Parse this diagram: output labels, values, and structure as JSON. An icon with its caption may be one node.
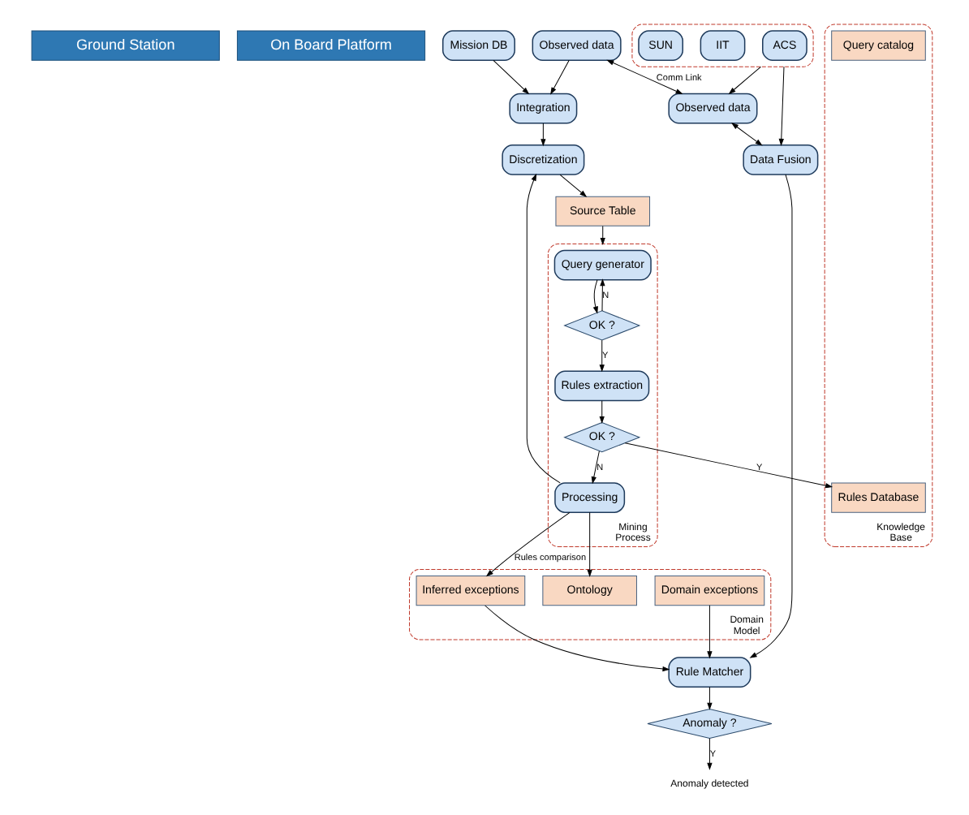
{
  "diagram": {
    "nodes": [
      {
        "text": [
          "Ground Station"
        ]
      },
      {
        "text": [
          "On Board Platform"
        ]
      },
      {
        "text": [
          "Mission DB"
        ]
      },
      {
        "text": [
          "Observed data"
        ]
      },
      {
        "text": [
          "Observed data"
        ]
      },
      {
        "text": [
          "Domain Model"
        ]
      },
      {
        "text": [
          "Domain exceptions"
        ],
        "in": 5
      },
      {
        "text": [
          "Inferred exceptions"
        ],
        "in": 5
      },
      {
        "text": [
          "Ontology"
        ],
        "in": 5
      },
      {
        "text": [
          "Knowledge Base"
        ]
      },
      {
        "text": [
          "Rules Database"
        ],
        "in": 9
      },
      {
        "text": [
          "Query catalog"
        ],
        "in": 9
      },
      {
        "text": [],
        "shape": "box"
      },
      {
        "text": [
          "ACS"
        ],
        "in": 12
      },
      {
        "text": [
          "IIT"
        ],
        "in": 12
      },
      {
        "text": [
          "SUN"
        ],
        "in": 12
      },
      {
        "text": [
          "Integration"
        ]
      },
      {
        "text": [
          "Discretization"
        ]
      },
      {
        "text": [
          "Source Table"
        ]
      },
      {
        "text": [
          "Mining Process"
        ]
      },
      {
        "text": [
          "Query generator"
        ],
        "in": 19
      },
      {
        "text": [
          "OK ?"
        ],
        "in": 19
      },
      {
        "text": [
          "Rules extraction"
        ],
        "in": 19
      },
      {
        "text": [
          "Processing"
        ],
        "in": 19
      },
      {
        "text": [
          "OK ?"
        ],
        "in": 19
      },
      {
        "text": [
          "Data Fusion"
        ]
      },
      {
        "text": [
          "Rule Matcher"
        ]
      },
      {
        "text": [
          "Anomaly ?"
        ]
      },
      {
        "text": [
          "Anomaly detected"
        ]
      }
    ],
    "edges": [
      {
        "from": 2,
        "to": 16,
        "arrow": "to"
      },
      {
        "from": 3,
        "to": 16,
        "arrow": "to"
      },
      {
        "from": 3,
        "to": 4,
        "arrow": "both",
        "label": "Comm Link"
      },
      {
        "from": 4,
        "to": 25,
        "arrow": "both"
      },
      {
        "from": 12,
        "to": 4,
        "arrow": "to"
      },
      {
        "from": 12,
        "to": 25,
        "arrow": "to"
      },
      {
        "from": 16,
        "to": 17,
        "arrow": "to"
      },
      {
        "from": 17,
        "to": 18,
        "arrow": "to"
      },
      {
        "from": 18,
        "to": 19,
        "arrow": "to"
      },
      {
        "from": 23,
        "to": 17,
        "arrow": "to"
      },
      {
        "from": 20,
        "to": 21,
        "arrow": "to"
      },
      {
        "from": 21,
        "to": 20,
        "arrow": "to",
        "label": "N"
      },
      {
        "from": 21,
        "to": 22,
        "arrow": "to",
        "label": "Y"
      },
      {
        "from": 22,
        "to": 24,
        "arrow": "to"
      },
      {
        "from": 24,
        "to": 23,
        "arrow": "to",
        "label": "N"
      },
      {
        "from": 24,
        "to": 10,
        "arrow": "to",
        "label": "Y"
      },
      {
        "from": 23,
        "to": 7,
        "arrow": "to",
        "label": "Rules comparison"
      },
      {
        "from": 23,
        "to": 8,
        "arrow": "to"
      },
      {
        "from": 6,
        "to": 26,
        "arrow": "to"
      },
      {
        "from": 7,
        "to": 26,
        "arrow": "to"
      },
      {
        "from": 25,
        "to": 26,
        "arrow": "to"
      },
      {
        "from": 26,
        "to": 27,
        "arrow": "to"
      },
      {
        "from": 27,
        "to": 28,
        "arrow": "to",
        "label": "Y"
      }
    ]
  }
}
